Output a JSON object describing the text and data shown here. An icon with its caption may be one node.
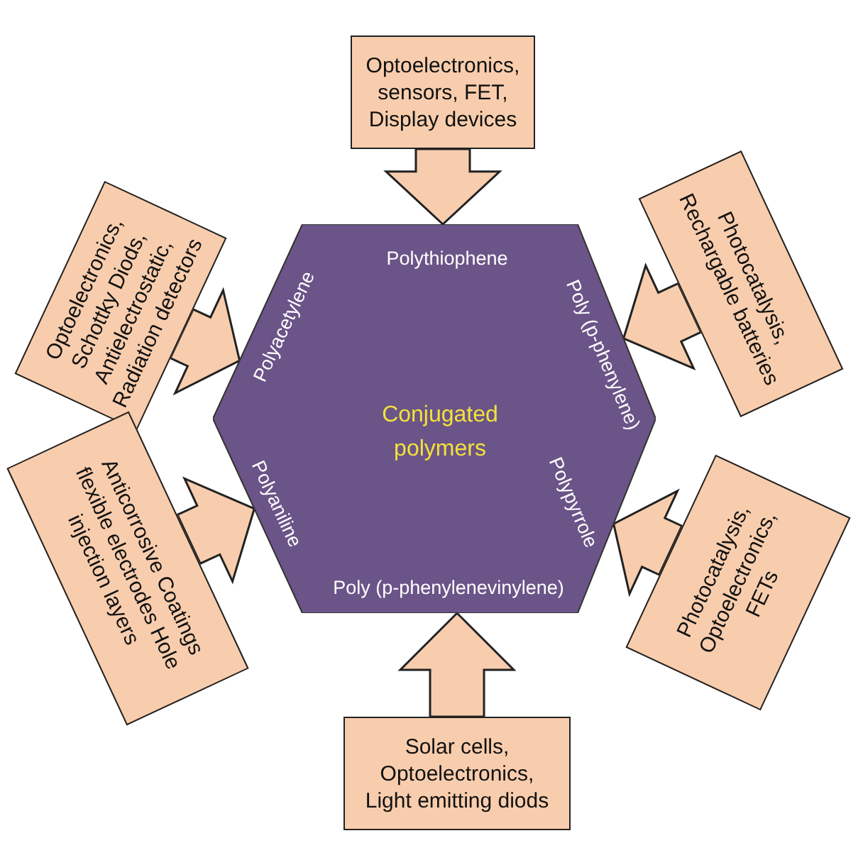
{
  "diagram": {
    "nodes": [
      {
        "text": [
          "Polythiophene",
          "Polyacetylene",
          "Poly (p-phenylene)",
          "Conjugated polymers",
          "Polyaniline",
          "Polypyrrole",
          "Poly (p-phenylenevinylene)"
        ]
      },
      {
        "text": [
          "Optoelectronics, sensors, FET, Display devices"
        ]
      },
      {
        "text": [
          "Optoelectronics, Schottky Diods, Antielectrostatic, Radiation detectors"
        ]
      },
      {
        "text": [
          "Photocatalysis, Rechargable batteries"
        ]
      },
      {
        "text": [
          "Anticorrosive Coatings flexible electrodes Hole injection layers"
        ]
      },
      {
        "text": [
          "Photocatalysis, Optoelectronics, FETs"
        ]
      },
      {
        "text": [
          "Solar cells, Optoelectronics, Light emitting diods"
        ]
      }
    ],
    "edges": [
      {
        "from": 1,
        "to": 0,
        "arrow": "to"
      },
      {
        "from": 2,
        "to": 0,
        "arrow": "to"
      },
      {
        "from": 3,
        "to": 0,
        "arrow": "to"
      },
      {
        "from": 4,
        "to": 0,
        "arrow": "to"
      },
      {
        "from": 5,
        "to": 0,
        "arrow": "to"
      },
      {
        "from": 6,
        "to": 0,
        "arrow": "to"
      }
    ]
  }
}
